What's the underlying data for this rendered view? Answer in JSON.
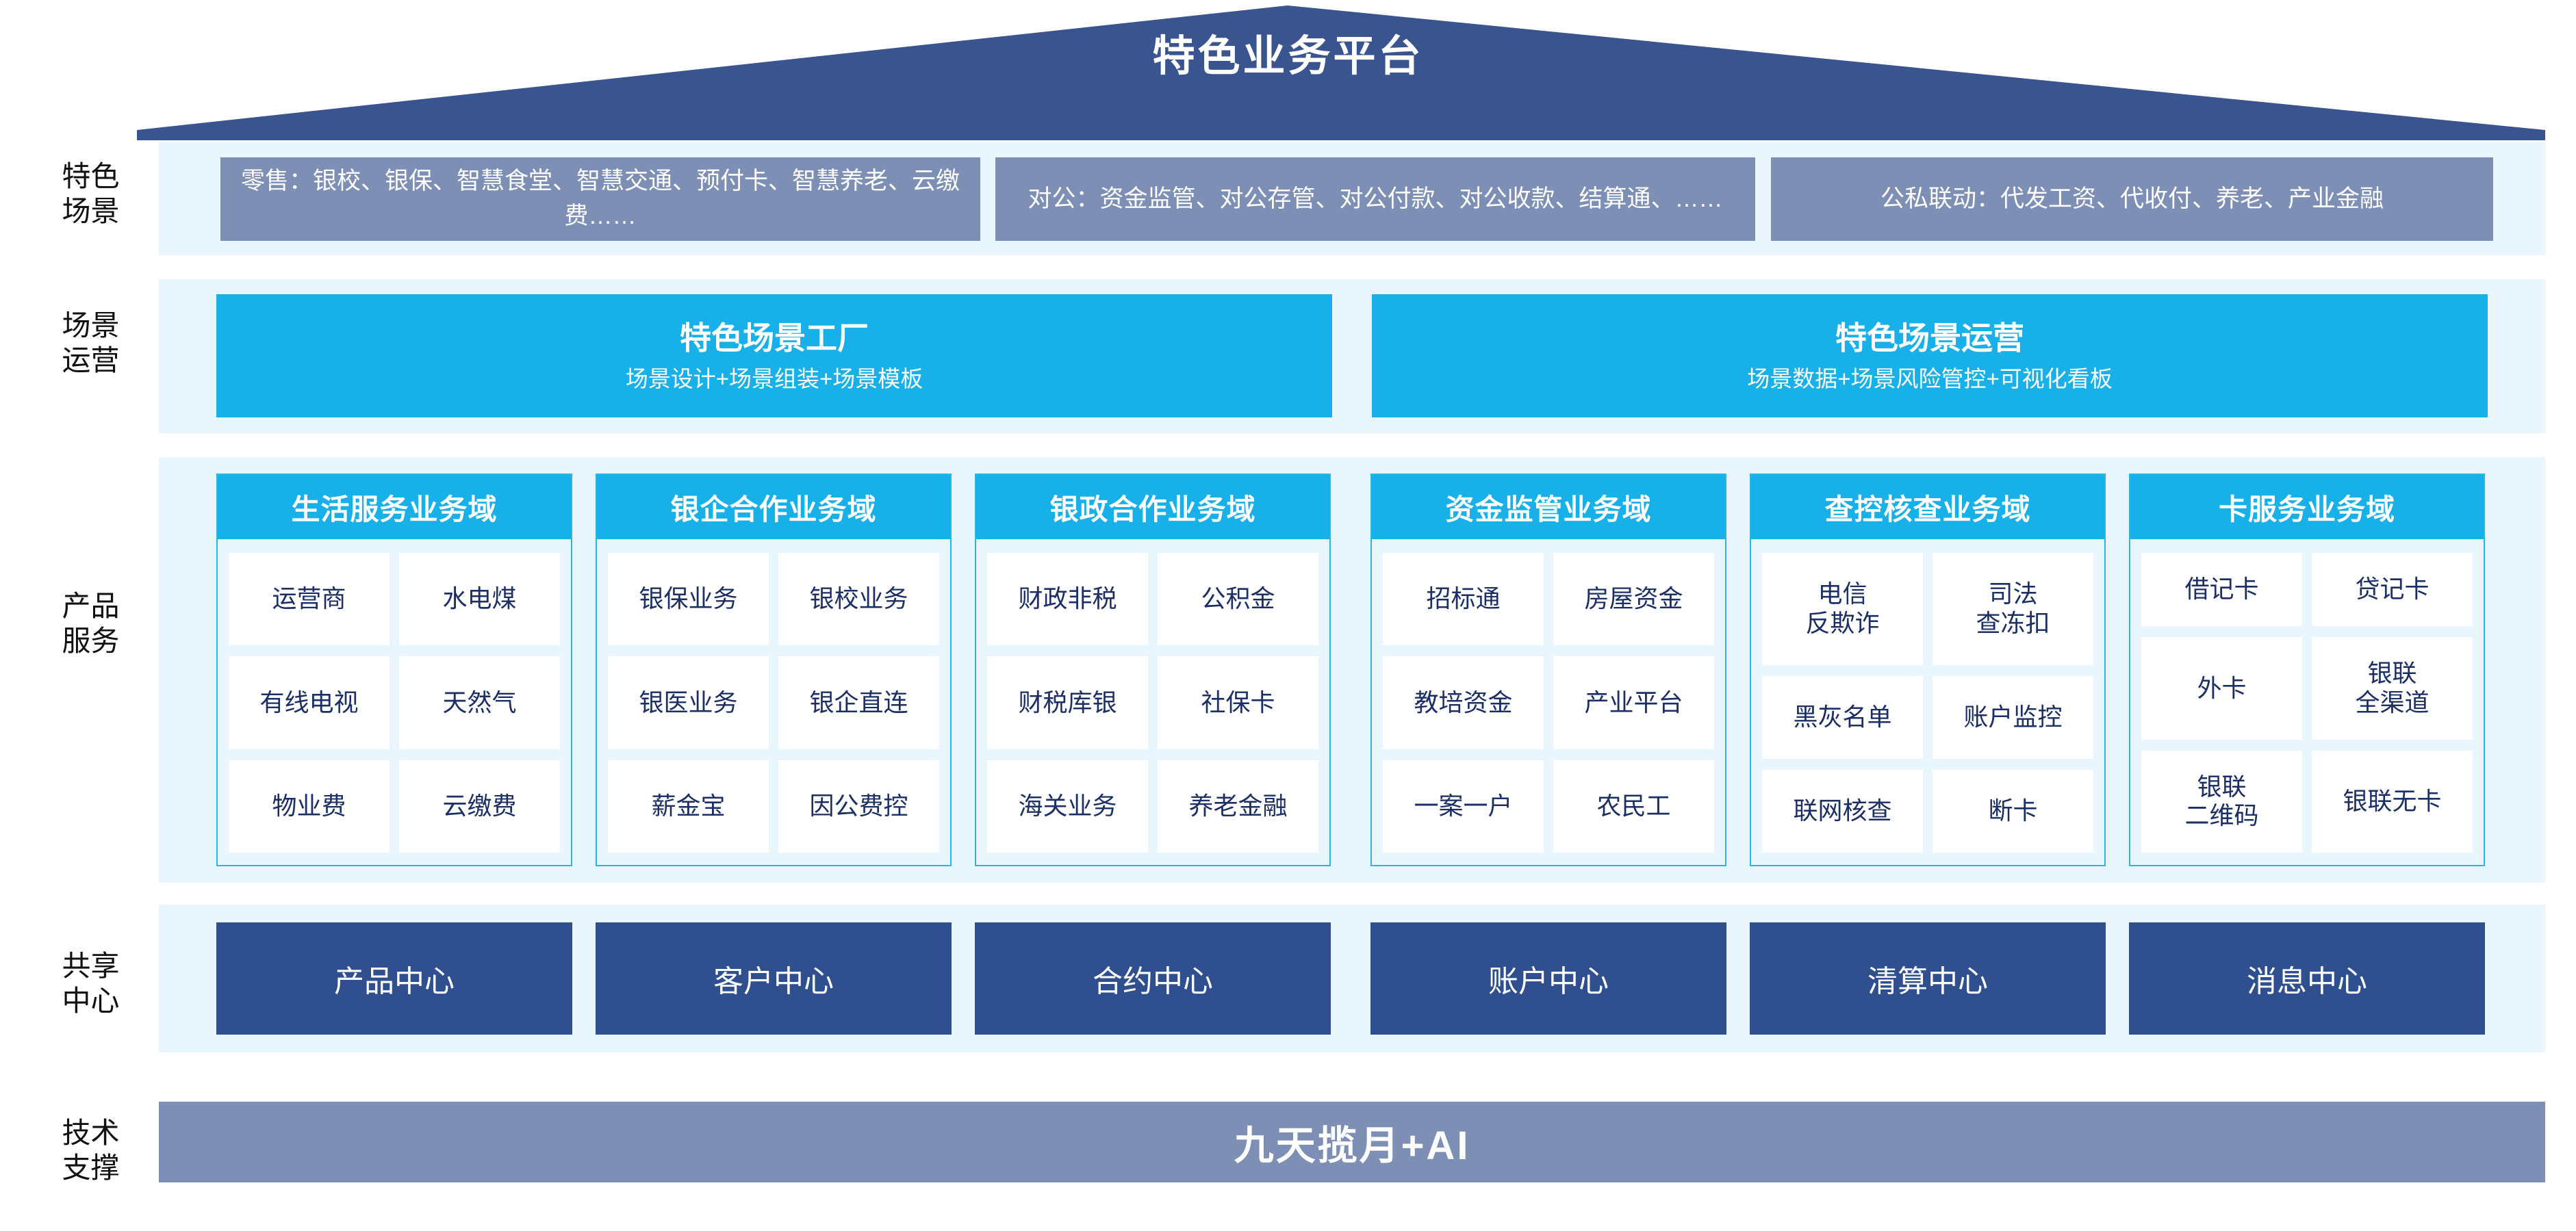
{
  "header": {
    "title": "特色业务平台",
    "roof_color": "#3a5490"
  },
  "colors": {
    "panel_bg": "#e9f6fd",
    "scenario_box": "#7e8fb5",
    "cyan": "#18b0e8",
    "navy": "#2f4f8e",
    "cell_text": "#1b2f66"
  },
  "rows": {
    "scenarios": {
      "label": "特色\n场景",
      "boxes": [
        {
          "text": "零售：银校、银保、智慧食堂、智慧交通、预付卡、智慧养老、云缴费……"
        },
        {
          "text": "对公：资金监管、对公存管、对公付款、对公收款、结算通、……"
        },
        {
          "text": "公私联动：代发工资、代收付、养老、产业金融"
        }
      ]
    },
    "operations": {
      "label": "场景\n运营",
      "boxes": [
        {
          "title": "特色场景工厂",
          "subtitle": "场景设计+场景组装+场景模板"
        },
        {
          "title": "特色场景运营",
          "subtitle": "场景数据+场景风险管控+可视化看板"
        }
      ]
    },
    "products": {
      "label": "产品\n服务",
      "domains": [
        {
          "title": "生活服务业务域",
          "items": [
            "运营商",
            "水电煤",
            "有线电视",
            "天然气",
            "物业费",
            "云缴费"
          ]
        },
        {
          "title": "银企合作业务域",
          "items": [
            "银保业务",
            "银校业务",
            "银医业务",
            "银企直连",
            "薪金宝",
            "因公费控"
          ]
        },
        {
          "title": "银政合作业务域",
          "items": [
            "财政非税",
            "公积金",
            "财税库银",
            "社保卡",
            "海关业务",
            "养老金融"
          ]
        },
        {
          "title": "资金监管业务域",
          "items": [
            "招标通",
            "房屋资金",
            "教培资金",
            "产业平台",
            "一案一户",
            "农民工"
          ]
        },
        {
          "title": "查控核查业务域",
          "items": [
            "电信\n反欺诈",
            "司法\n查冻扣",
            "黑灰名单",
            "账户监控",
            "联网核查",
            "断卡"
          ]
        },
        {
          "title": "卡服务业务域",
          "items": [
            "借记卡",
            "贷记卡",
            "外卡",
            "银联\n全渠道",
            "银联\n二维码",
            "银联无卡"
          ]
        }
      ]
    },
    "centers": {
      "label": "共享\n中心",
      "boxes": [
        "产品中心",
        "客户中心",
        "合约中心",
        "账户中心",
        "清算中心",
        "消息中心"
      ]
    },
    "tech": {
      "label": "技术\n支撑",
      "text": "九天揽月+AI"
    }
  }
}
